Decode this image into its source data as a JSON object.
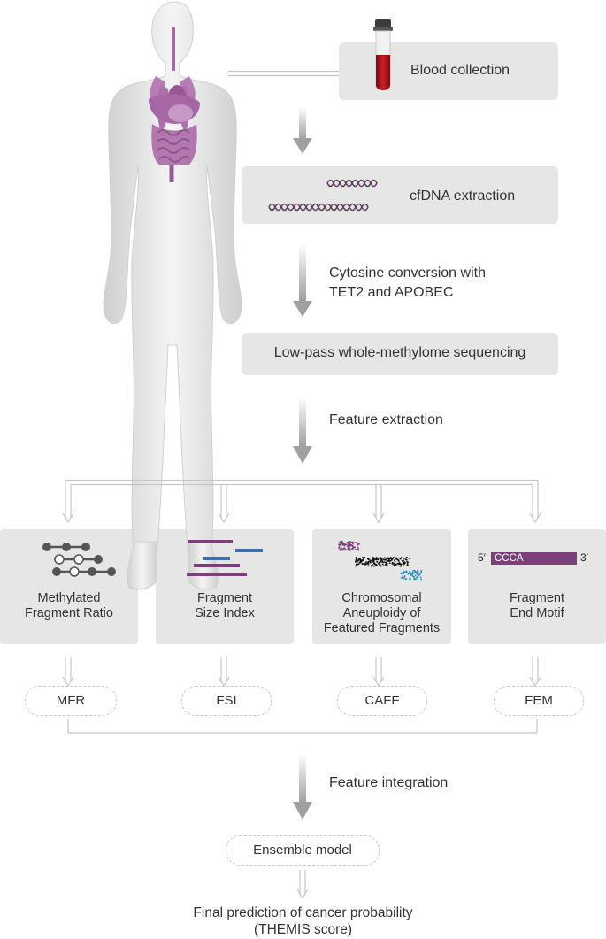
{
  "steps": {
    "blood_collection": "Blood collection",
    "cfdna_extraction": "cfDNA extraction",
    "conversion_label_line1": "Cytosine conversion with",
    "conversion_label_line2": "TET2 and APOBEC",
    "sequencing": "Low-pass whole-methylome sequencing",
    "feature_extraction": "Feature extraction",
    "feature_integration": "Feature integration"
  },
  "features": [
    {
      "line1": "Methylated",
      "line2": "Fragment Ratio",
      "line3": "",
      "abbr": "MFR"
    },
    {
      "line1": "Fragment",
      "line2": "Size Index",
      "line3": "",
      "abbr": "FSI"
    },
    {
      "line1": "Chromosomal",
      "line2": "Aneuploidy of",
      "line3": "Featured Fragments",
      "abbr": "CAFF"
    },
    {
      "line1": "Fragment",
      "line2": "End Motif",
      "line3": "",
      "abbr": "FEM"
    }
  ],
  "fem_icon": {
    "left_end": "5′",
    "motif": "CCCA",
    "right_end": "3′"
  },
  "ensemble": "Ensemble model",
  "final": {
    "line1": "Final prediction of cancer probability",
    "line2": "(THEMIS score)"
  },
  "colors": {
    "purple": "#7b3f7a",
    "blue": "#3f6fb0",
    "teal": "#2f8fb8",
    "box": "#e6e6e6",
    "arrow": "#a9a9a9",
    "blood": "#b5141c"
  }
}
